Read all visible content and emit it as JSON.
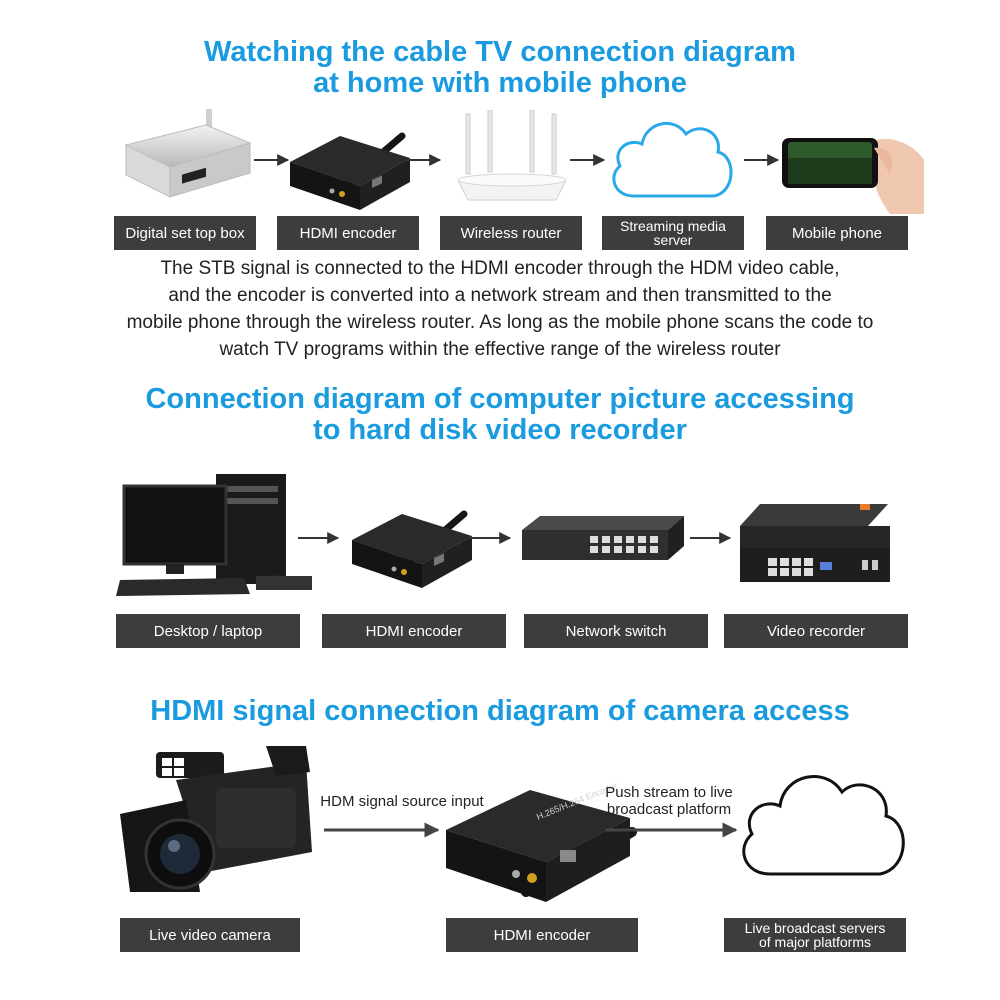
{
  "section1": {
    "title_line1": "Watching the cable TV connection diagram",
    "title_line2": "at home with mobile phone",
    "labels": {
      "stb": "Digital set top box",
      "encoder": "HDMI encoder",
      "router": "Wireless router",
      "server_line1": "Streaming media",
      "server_line2": "server",
      "phone": "Mobile phone"
    },
    "description": [
      "The STB signal is connected to the HDMI encoder through the HDM video cable,",
      "and the encoder is converted into a network stream and then transmitted to the",
      "mobile phone through the wireless router. As long as the mobile phone scans the code to",
      "watch TV programs within the effective range of the wireless router"
    ]
  },
  "section2": {
    "title_line1": "Connection diagram of computer picture accessing",
    "title_line2": "to hard disk video recorder",
    "labels": {
      "desktop": "Desktop / laptop",
      "encoder": "HDMI encoder",
      "switch": "Network switch",
      "recorder": "Video recorder"
    }
  },
  "section3": {
    "title": "HDMI signal connection diagram of camera access",
    "labels": {
      "camera": "Live video camera",
      "encoder": "HDMI encoder",
      "servers_line1": "Live broadcast servers",
      "servers_line2": "of major platforms"
    },
    "captions": {
      "input": "HDM signal source input",
      "push_line1": "Push stream to live",
      "push_line2": "broadcast platform"
    }
  },
  "device_text": {
    "encoder_plate": "H.265/H.264 Encoder"
  },
  "colors": {
    "heading": "#1a9be0",
    "label_bg": "#3d3d3d",
    "label_text": "#ffffff",
    "cloud": "#29a9e8"
  }
}
